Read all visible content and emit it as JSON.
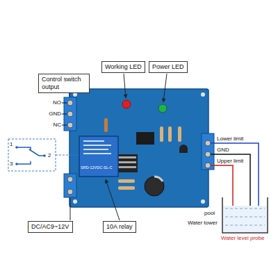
{
  "diagram": {
    "nodes": [
      {
        "text": [
          "Control switch output"
        ]
      },
      {
        "text": [
          "Working LED"
        ]
      },
      {
        "text": [
          "Power LED"
        ]
      },
      {
        "text": [
          "DC/AC9~12V"
        ]
      },
      {
        "text": [
          "10A relay"
        ]
      }
    ],
    "labels": [
      "NO",
      "GND",
      "NC",
      "1",
      "2",
      "3",
      "SRD-12VDC-SL-C",
      "Lower limit",
      "GND",
      "Upper limit",
      "pool",
      "Water tower",
      "Water level probe"
    ]
  }
}
